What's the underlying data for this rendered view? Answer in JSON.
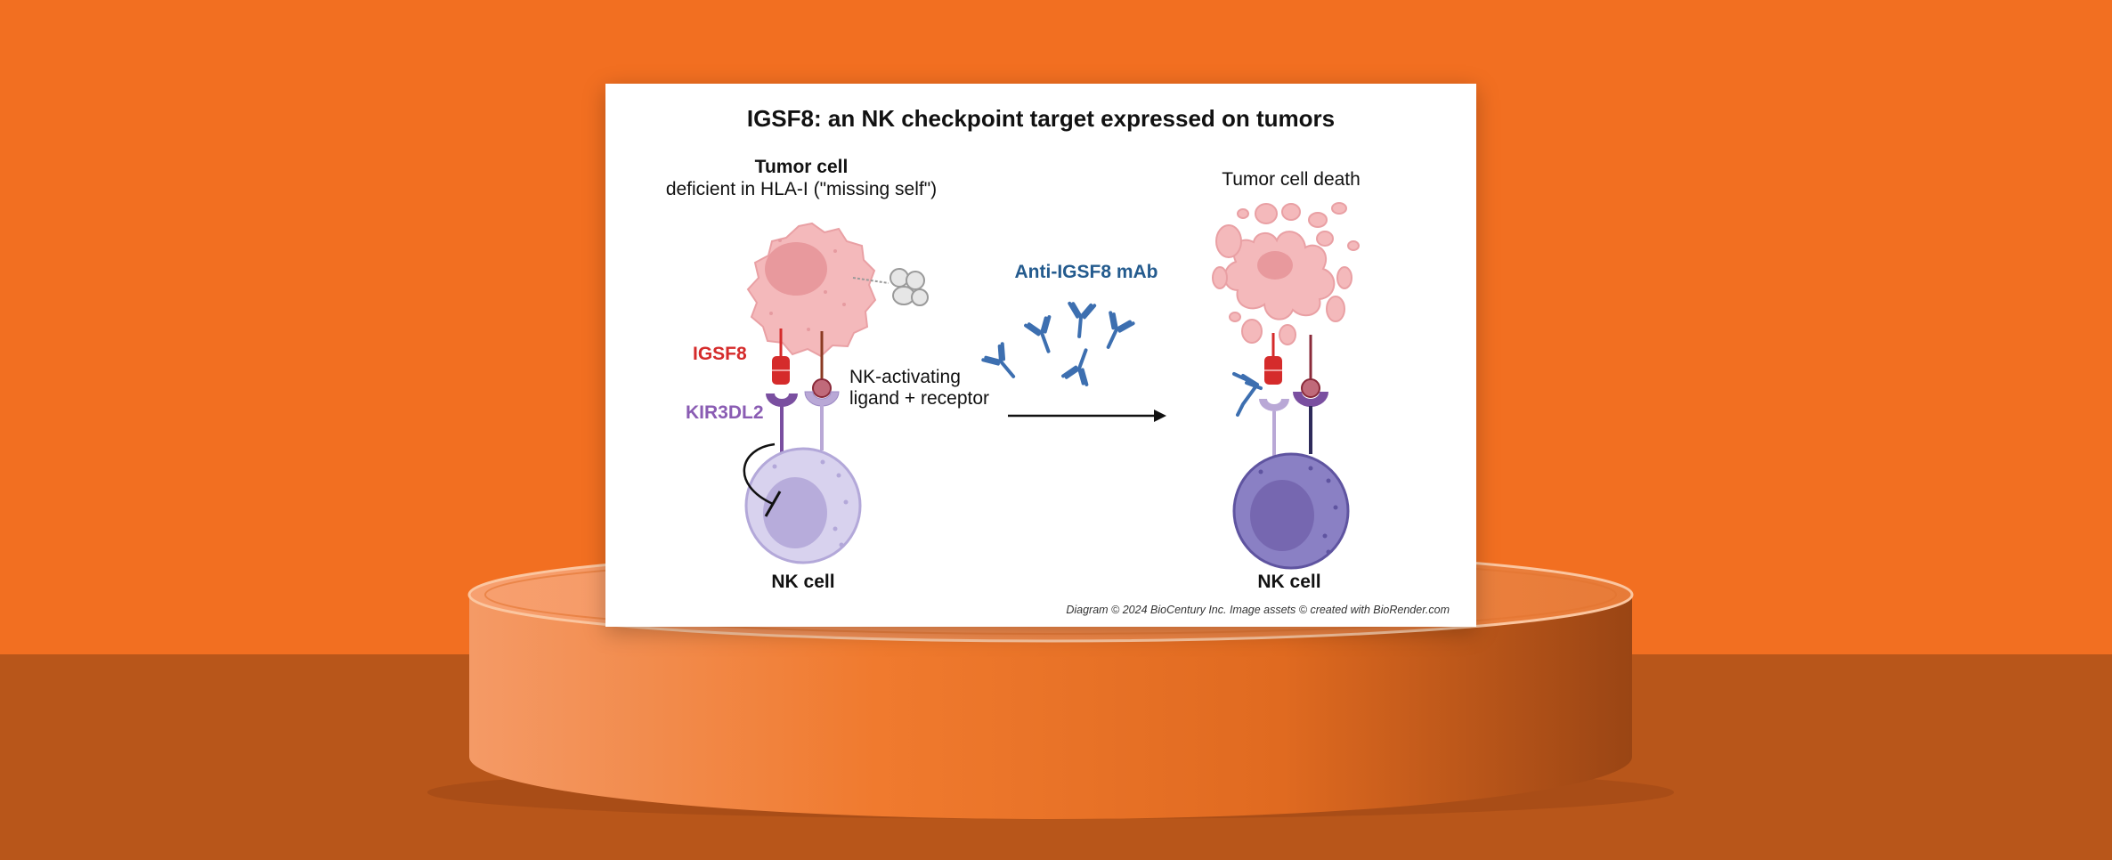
{
  "diagram": {
    "title": "IGSF8: an NK checkpoint target expressed on tumors",
    "tumor_cell_label": "Tumor cell",
    "tumor_cell_sublabel": "deficient in HLA-I (\"missing self\")",
    "igsf8_label": "IGSF8",
    "kir3dl2_label": "KIR3DL2",
    "nk_activating_line1": "NK-activating",
    "nk_activating_line2": "ligand + receptor",
    "antibody_label": "Anti-IGSF8 mAb",
    "tumor_death_label": "Tumor cell death",
    "nk_cell_left_label": "NK cell",
    "nk_cell_right_label": "NK cell",
    "credit": "Diagram © 2024 BioCentury Inc. Image assets © created with BioRender.com"
  },
  "colors": {
    "background_orange": "#f26f21",
    "floor_orange": "#b8561a",
    "tumor_pink": "#f4b9bb",
    "igsf8_red": "#d52b2b",
    "kir_purple": "#7a4fa0",
    "nk_light": "#cbc2e6",
    "nk_dark": "#8a80c4",
    "antibody_blue": "#3d6fb0"
  }
}
